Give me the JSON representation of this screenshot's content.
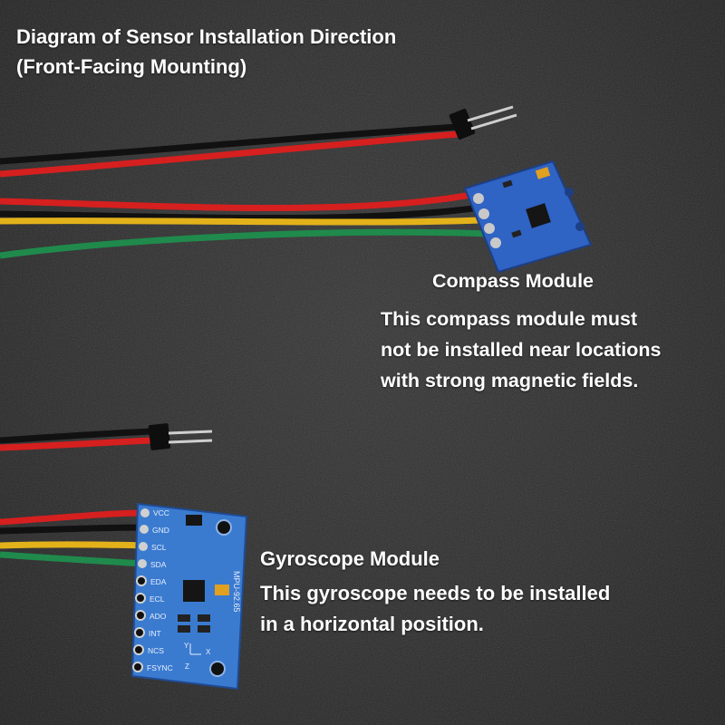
{
  "title": {
    "line1": "Diagram of Sensor Installation Direction",
    "line2": "(Front-Facing Mounting)"
  },
  "compass": {
    "heading": "Compass Module",
    "lines": [
      "This compass module must",
      "not be installed near locations",
      "with strong magnetic fields."
    ]
  },
  "gyroscope": {
    "heading": "Gyroscope Module",
    "lines": [
      "This gyroscope needs to be installed",
      "in a horizontal position."
    ],
    "pin_labels": [
      "VCC",
      "GND",
      "SCL",
      "SDA",
      "EDA",
      "ECL",
      "ADO",
      "INT",
      "NCS",
      "FSYNC"
    ],
    "board_label": "MPU-92.65",
    "axis_labels": [
      "Y",
      "X",
      "Z"
    ]
  },
  "colors": {
    "background": "#2b2b2b",
    "wire_red": "#d61f1f",
    "wire_black": "#111111",
    "wire_yellow": "#e3b21a",
    "wire_green": "#1f8a4c",
    "pcb_blue": "#2f63c4",
    "text": "#ffffff"
  }
}
